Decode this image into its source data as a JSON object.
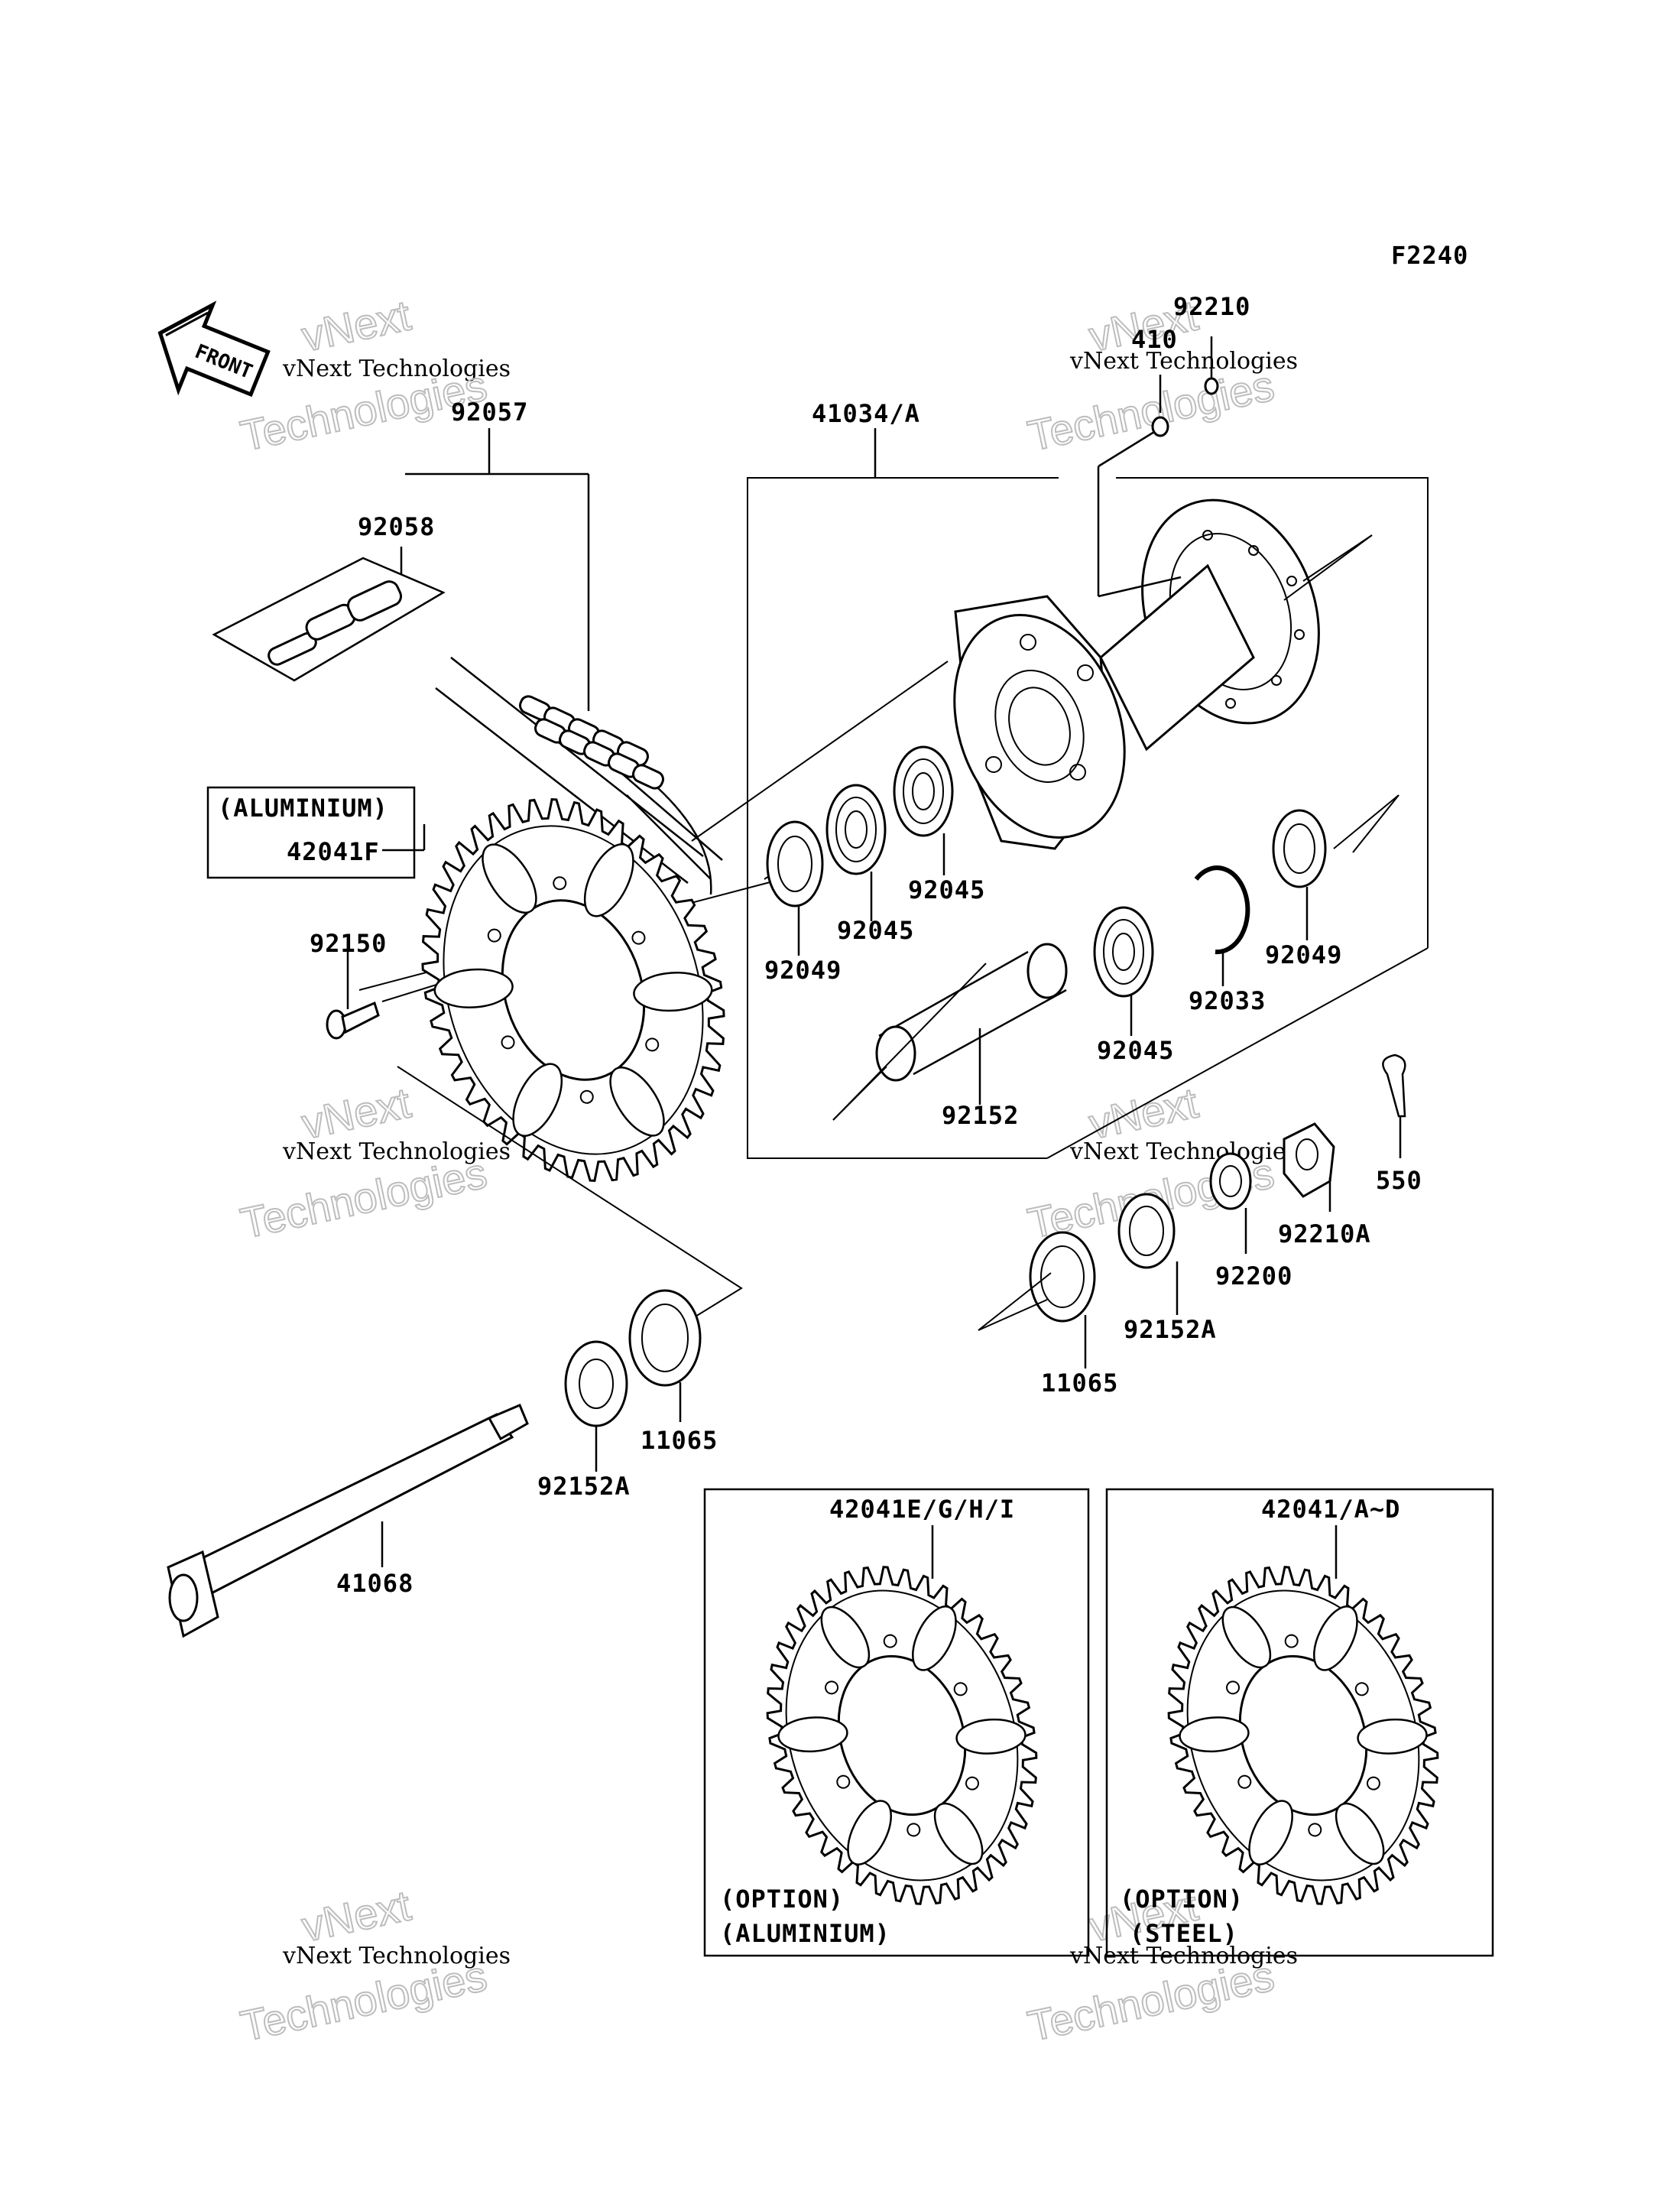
{
  "figure_code": "F2240",
  "front_label": "FRONT",
  "watermark": {
    "line1": "vNext",
    "line2": "vNext Technologies",
    "line3": "Technologies"
  },
  "parts": {
    "p92210": "92210",
    "p410": "410",
    "p92057": "92057",
    "p92058": "92058",
    "p41034A": "41034/A",
    "aluminium_tag": "(ALUMINIUM)",
    "p42041F": "42041F",
    "p92150": "92150",
    "p92049_left": "92049",
    "p92045_a": "92045",
    "p92045_b": "92045",
    "p92045_c": "92045",
    "p92033": "92033",
    "p92049_right": "92049",
    "p92152": "92152",
    "p550": "550",
    "p92210A": "92210A",
    "p92200": "92200",
    "p92152A_right": "92152A",
    "p11065_right": "11065",
    "p11065_left": "11065",
    "p92152A_left": "92152A",
    "p41068": "41068",
    "p42041EGHI": "42041E/G/H/I",
    "p42041AD": "42041/A~D"
  },
  "options": {
    "left_line1": "(OPTION)",
    "left_line2": "(ALUMINIUM)",
    "right_line1": "(OPTION)",
    "right_line2": "(STEEL)"
  }
}
